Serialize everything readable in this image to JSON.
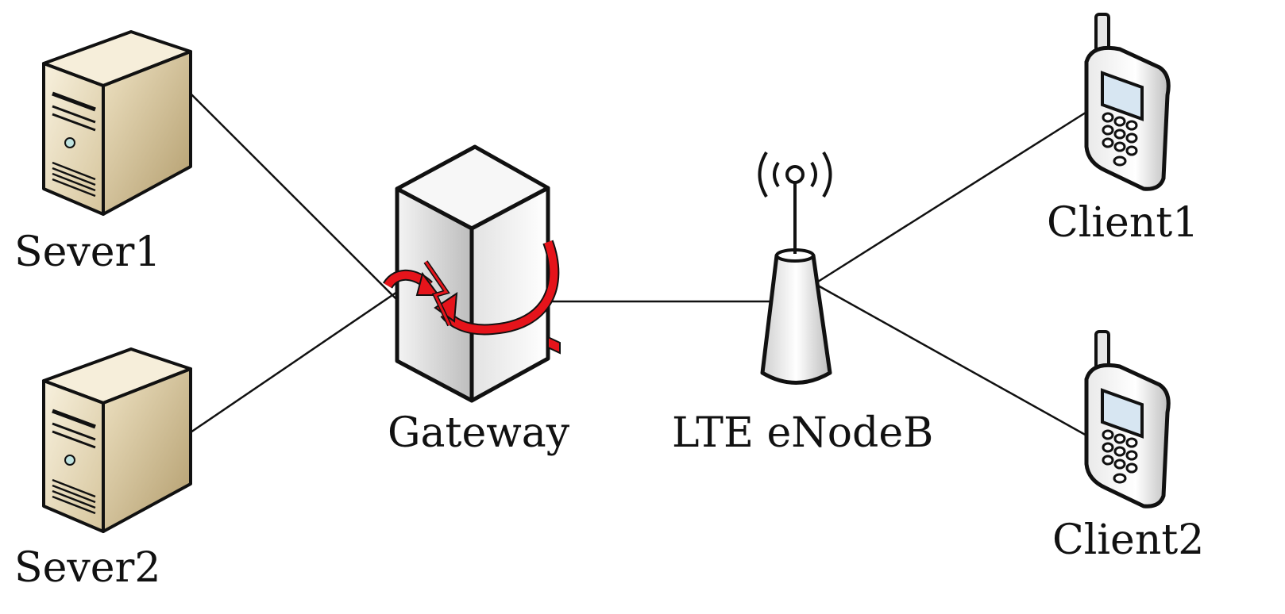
{
  "nodes": {
    "server1": {
      "label": "Sever1",
      "icon": "server-tower-icon"
    },
    "server2": {
      "label": "Sever2",
      "icon": "server-tower-icon"
    },
    "gateway": {
      "label": "Gateway",
      "icon": "gateway-router-icon"
    },
    "enodeb": {
      "label": "LTE eNodeB",
      "icon": "lte-antenna-icon"
    },
    "client1": {
      "label": "Client1",
      "icon": "mobile-phone-icon"
    },
    "client2": {
      "label": "Client2",
      "icon": "mobile-phone-icon"
    }
  },
  "links": [
    {
      "from": "server1",
      "to": "gateway"
    },
    {
      "from": "server2",
      "to": "gateway"
    },
    {
      "from": "gateway",
      "to": "enodeb"
    },
    {
      "from": "enodeb",
      "to": "client1"
    },
    {
      "from": "enodeb",
      "to": "client2"
    }
  ],
  "colors": {
    "server_body": "#e8dcbf",
    "server_side": "#b9a77e",
    "gateway_body": "#e6e6e6",
    "arrow_red": "#e5141b",
    "line": "#111111"
  }
}
